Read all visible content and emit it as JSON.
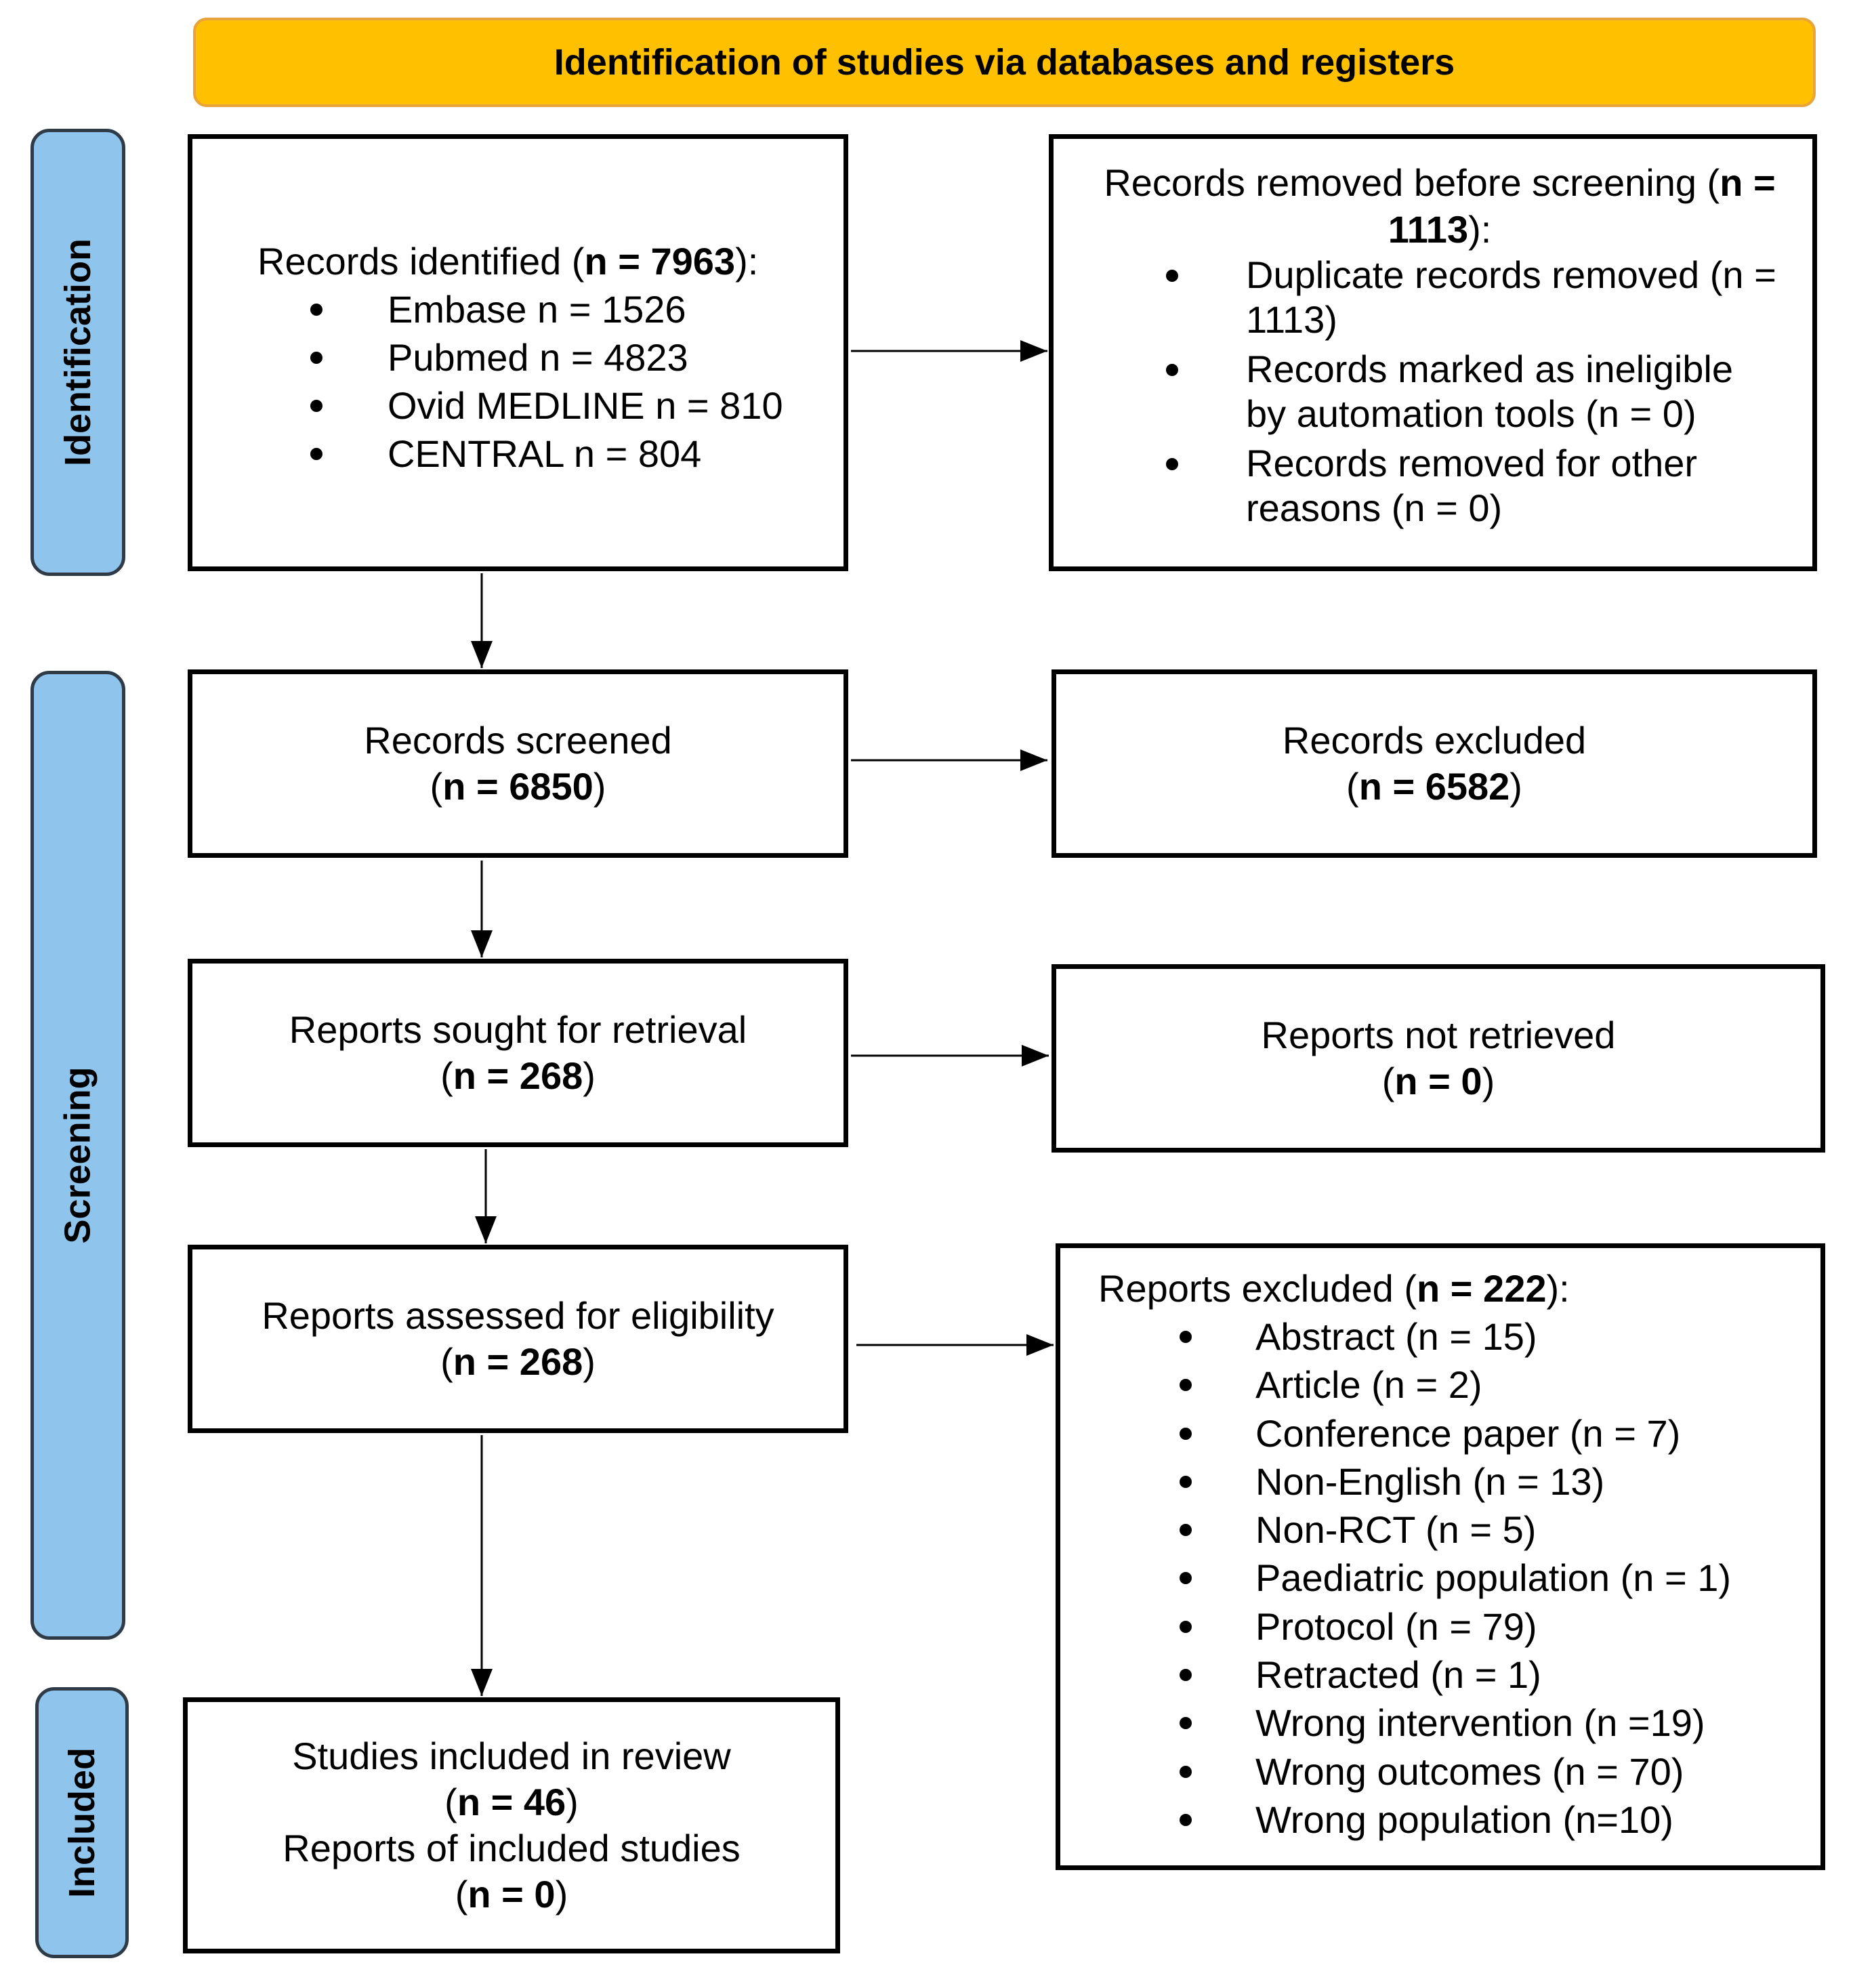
{
  "header": "Identification of studies via databases and registers",
  "phases": {
    "identification": "Identification",
    "screening": "Screening",
    "included": "Included"
  },
  "identified": {
    "prefix": "Records identified (",
    "n": "n = 7963",
    "suffix": "):",
    "items": [
      "Embase n = 1526",
      "Pubmed n = 4823",
      "Ovid MEDLINE n = 810",
      "CENTRAL n = 804"
    ]
  },
  "removed": {
    "prefix": "Records removed before screening (",
    "n": "n = 1113",
    "suffix": "):",
    "items": [
      "Duplicate records removed (n = 1113)",
      "Records marked as ineligible by automation tools (n = 0)",
      "Records removed for other reasons (n = 0)"
    ]
  },
  "screened": {
    "label": "Records screened",
    "n": "n = 6850"
  },
  "excluded_records": {
    "label": "Records excluded",
    "n": "n = 6582"
  },
  "sought": {
    "label": "Reports sought for retrieval",
    "n": "n = 268"
  },
  "not_retrieved": {
    "label": "Reports not retrieved",
    "n": "n = 0"
  },
  "assessed": {
    "label": "Reports assessed for eligibility",
    "n": "n = 268"
  },
  "excluded_reports": {
    "prefix": "Reports excluded (",
    "n": "n = 222",
    "suffix": "):",
    "items": [
      "Abstract (n = 15)",
      "Article (n = 2)",
      "Conference paper (n = 7)",
      "Non-English (n = 13)",
      "Non-RCT (n = 5)",
      "Paediatric population (n = 1)",
      "Protocol (n = 79)",
      "Retracted (n = 1)",
      "Wrong intervention (n =19)",
      "Wrong outcomes (n = 70)",
      "Wrong population (n=10)"
    ]
  },
  "included": {
    "label1": "Studies included in review",
    "n1": "n = 46",
    "label2": "Reports of included studies",
    "n2": "n = 0"
  }
}
